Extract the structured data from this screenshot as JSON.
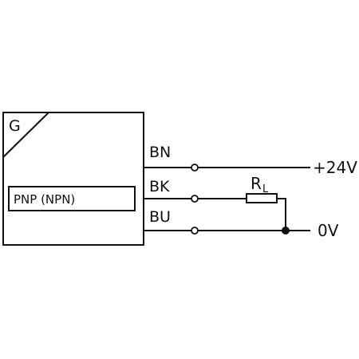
{
  "sensor": {
    "block_label": "G",
    "output_stage_label": "PNP (NPN)"
  },
  "wires": [
    {
      "code": "BN",
      "target": "+24V"
    },
    {
      "code": "BK",
      "target": "R_L"
    },
    {
      "code": "BU",
      "target": "0V"
    }
  ],
  "load": {
    "symbol": "R",
    "subscript": "L"
  },
  "supply": {
    "positive": "+24V",
    "ground": "0V"
  },
  "colors": {
    "ink": "#111111",
    "background": "#ffffff"
  }
}
